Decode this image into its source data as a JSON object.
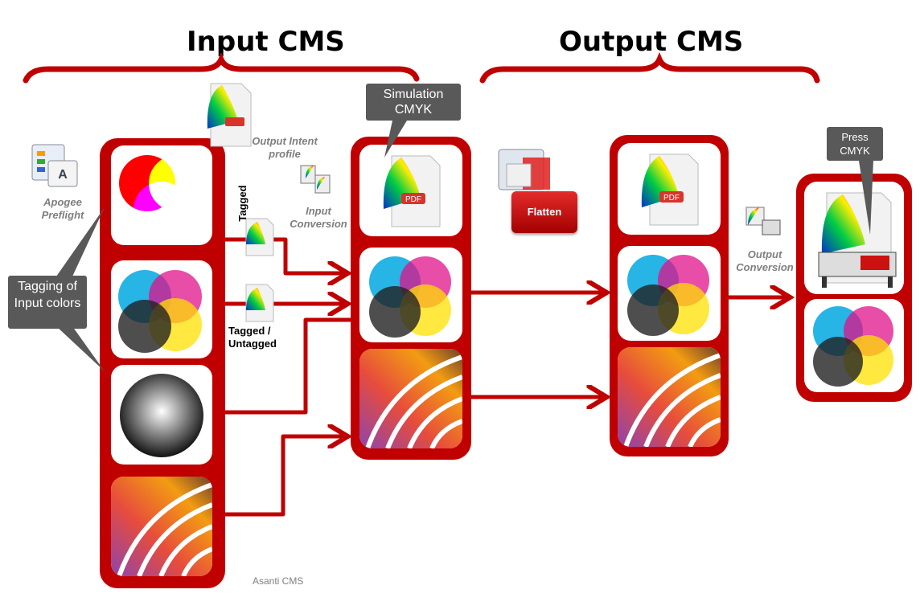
{
  "headers": {
    "input_cms": "Input CMS",
    "output_cms": "Output CMS"
  },
  "labels": {
    "apogee_preflight": "Apogee Preflight",
    "output_intent_profile": "Output Intent profile",
    "input_conversion": "Input Conversion",
    "output_conversion": "Output Conversion",
    "tagged": "Tagged",
    "tagged_untagged": "Tagged / Untagged",
    "pdf": "PDF"
  },
  "bubbles": {
    "tagging_input_colors": "Tagging of Input colors",
    "simulation_cmyk": "Simulation CMYK",
    "press_cmyk": "Press CMYK"
  },
  "buttons": {
    "flatten": "Flatten"
  },
  "footer": {
    "brand": "Asanti CMS"
  },
  "colors": {
    "accent_red": "#c00000",
    "bubble_gray": "#595959",
    "label_gray": "#7f7f7f"
  }
}
